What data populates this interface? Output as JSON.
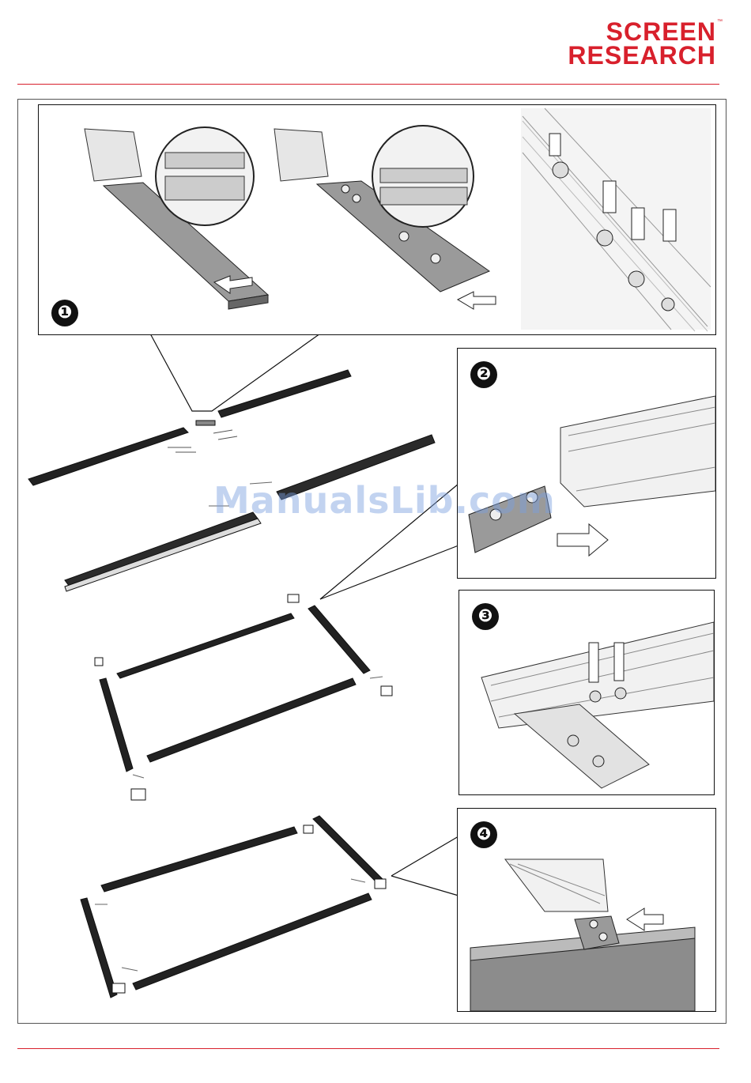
{
  "header": {
    "brand_line1": "SCREEN",
    "brand_line2": "RESEARCH",
    "trademark": "™",
    "brand_color": "#d8202c"
  },
  "steps": [
    {
      "label": "❶"
    },
    {
      "label": "❷"
    },
    {
      "label": "❸"
    },
    {
      "label": "❹"
    }
  ],
  "watermark": "ManualsLib.com"
}
